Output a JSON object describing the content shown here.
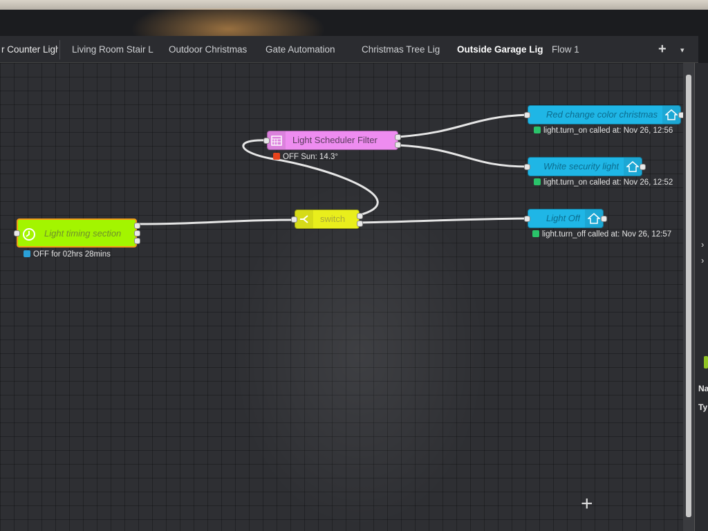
{
  "tabs": [
    {
      "label": "r Counter Ligh"
    },
    {
      "label": "Living Room Stair L"
    },
    {
      "label": "Outdoor Christmas"
    },
    {
      "label": "Gate Automation"
    },
    {
      "label": "Christmas Tree Lig"
    },
    {
      "label": "Outside Garage Lig"
    },
    {
      "label": "Flow 1"
    }
  ],
  "toolbar": {
    "add_label": "+",
    "menu_label": "▾"
  },
  "nodes": {
    "timing": {
      "label": "Light timing section",
      "icon": "timer-icon",
      "color": "#a3f500",
      "status": "OFF for 02hrs 28mins",
      "status_color": "#2aa0d8"
    },
    "scheduler": {
      "label": "Light Scheduler Filter",
      "icon": "calendar-icon",
      "color": "#ee8cf0",
      "status": "OFF Sun: 14.3°",
      "status_color": "#e8431c"
    },
    "switch": {
      "label": "switch",
      "icon": "switch-icon",
      "color": "#e9ee1c"
    },
    "red": {
      "label": "Red change color christmas",
      "icon": "home-assistant-icon",
      "color": "#1fb6e6",
      "status": "light.turn_on called at: Nov 26, 12:56",
      "status_color": "#2ac36a"
    },
    "white": {
      "label": "White security light",
      "icon": "home-assistant-icon",
      "color": "#1fb6e6",
      "status": "light.turn_on called at: Nov 26, 12:52",
      "status_color": "#2ac36a"
    },
    "off": {
      "label": "Light Off",
      "icon": "home-assistant-icon",
      "color": "#1fb6e6",
      "status": "light.turn_off called at: Nov 26, 12:57",
      "status_color": "#2ac36a"
    }
  },
  "side_panel": {
    "row1": "Na",
    "row2": "Ty",
    "chevron": "›"
  }
}
